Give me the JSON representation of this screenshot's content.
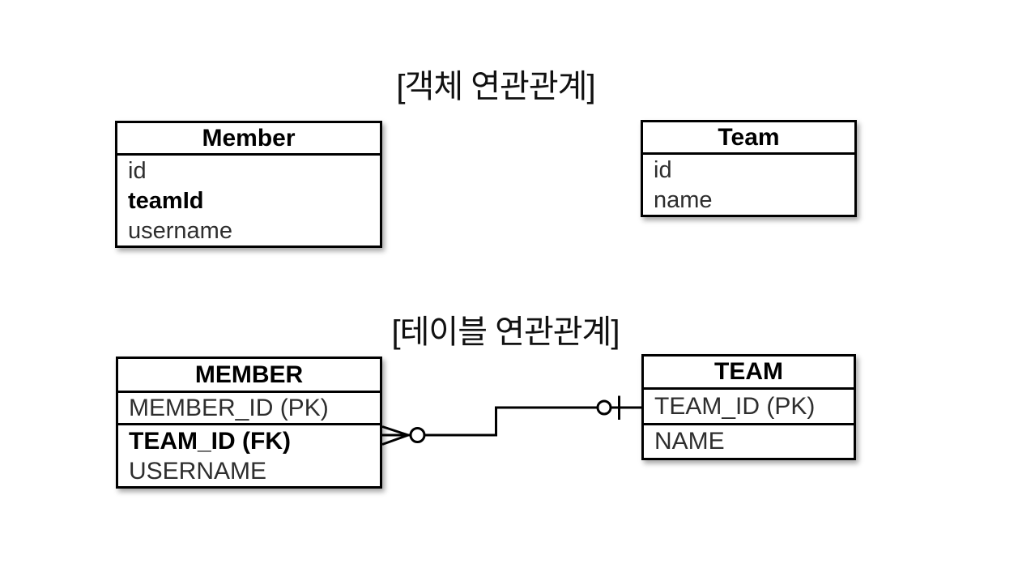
{
  "page": {
    "background": "#ffffff",
    "line_color": "#000000"
  },
  "object_section": {
    "title": "[객체 연관관계]",
    "member": {
      "title": "Member",
      "fields": [
        {
          "text": "id",
          "bold": false
        },
        {
          "text": "teamId",
          "bold": true
        },
        {
          "text": "username",
          "bold": false
        }
      ]
    },
    "team": {
      "title": "Team",
      "fields": [
        {
          "text": "id",
          "bold": false
        },
        {
          "text": "name",
          "bold": false
        }
      ]
    }
  },
  "table_section": {
    "title": "[테이블 연관관계]",
    "member": {
      "title": "MEMBER",
      "pk": "MEMBER_ID (PK)",
      "fields": [
        {
          "text": "TEAM_ID (FK)",
          "bold": true
        },
        {
          "text": "USERNAME",
          "bold": false
        }
      ]
    },
    "team": {
      "title": "TEAM",
      "pk": "TEAM_ID (PK)",
      "fields": [
        {
          "text": "NAME",
          "bold": false
        }
      ]
    },
    "relationship": {
      "member_end": "crows-foot-circle (zero-or-many)",
      "team_end": "circle-bar (zero-or-one)"
    }
  }
}
